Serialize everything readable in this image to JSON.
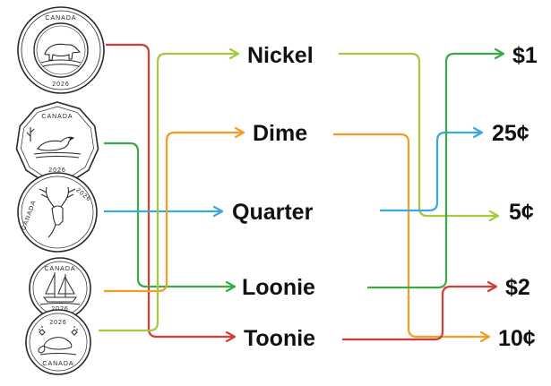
{
  "coins": [
    {
      "id": "toonie",
      "country": "CANADA",
      "year": "2026",
      "motif": "polar-bear",
      "shape": "bimetal-round"
    },
    {
      "id": "loonie",
      "country": "CANADA",
      "year": "2026",
      "motif": "loon",
      "shape": "11-sided"
    },
    {
      "id": "quarter",
      "country": "CANADA",
      "year": "2026",
      "motif": "caribou",
      "shape": "round"
    },
    {
      "id": "dime",
      "country": "CANADA",
      "year": "2026",
      "motif": "bluenose-schooner",
      "shape": "round"
    },
    {
      "id": "nickel",
      "country": "CANADA",
      "year": "2026",
      "motif": "beaver",
      "shape": "round"
    }
  ],
  "names": [
    "Nickel",
    "Dime",
    "Quarter",
    "Loonie",
    "Toonie"
  ],
  "values": [
    "$1",
    "25¢",
    "5¢",
    "$2",
    "10¢"
  ],
  "colors": {
    "red": "#d63c36",
    "green": "#3aaa47",
    "blue": "#3aa7de",
    "orange": "#f59c25",
    "lime": "#a4c93e",
    "text": "#111111"
  },
  "links_left": [
    {
      "from_coin": 0,
      "to_name": 4,
      "color": "red"
    },
    {
      "from_coin": 1,
      "to_name": 3,
      "color": "green"
    },
    {
      "from_coin": 2,
      "to_name": 2,
      "color": "blue"
    },
    {
      "from_coin": 3,
      "to_name": 1,
      "color": "orange"
    },
    {
      "from_coin": 4,
      "to_name": 0,
      "color": "lime"
    }
  ],
  "links_right": [
    {
      "from_name": 0,
      "to_value": 2,
      "color": "lime"
    },
    {
      "from_name": 1,
      "to_value": 4,
      "color": "orange"
    },
    {
      "from_name": 2,
      "to_value": 1,
      "color": "blue"
    },
    {
      "from_name": 3,
      "to_value": 0,
      "color": "green"
    },
    {
      "from_name": 4,
      "to_value": 3,
      "color": "red"
    }
  ]
}
